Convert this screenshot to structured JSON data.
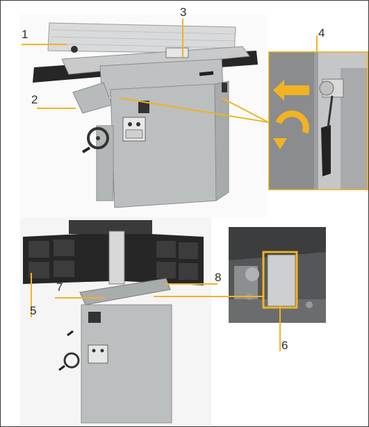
{
  "figure": {
    "callouts": [
      "1",
      "2",
      "3",
      "4",
      "5",
      "6",
      "7",
      "8"
    ],
    "colors": {
      "accent": "#f2b323",
      "machine_gray": "#b9bcbd",
      "table_dark": "#2a2a2a"
    },
    "icons": [
      "arrow-left-icon",
      "curved-arrow-icon"
    ]
  }
}
